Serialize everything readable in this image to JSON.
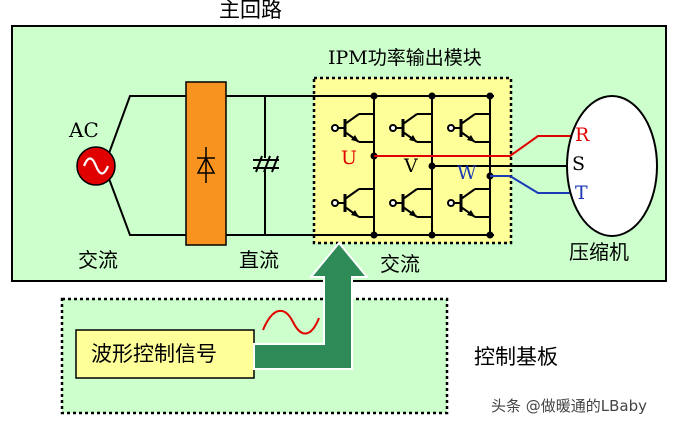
{
  "diagram": {
    "title": "主回路",
    "ipm_title": "IPM功率输出模块",
    "ac_input_label": "AC",
    "ac_section_label": "交流",
    "dc_section_label": "直流",
    "ac_output_label": "交流",
    "compressor_label": "压缩机",
    "phases_inverter": [
      "U",
      "V",
      "W"
    ],
    "phases_motor": [
      "R",
      "S",
      "T"
    ],
    "control_board_label": "控制基板",
    "waveform_control_label": "波形控制信号",
    "watermark": "头条 @做暖通的LBaby"
  },
  "colors": {
    "main_fill": "#ccffcc",
    "ipm_fill": "#ffff99",
    "rectifier_fill": "#f7931e",
    "control_box_fill": "#ffff99",
    "arrow_fill": "#2e8b57",
    "phase_u_r": "#e00000",
    "phase_w_t": "#1a3ab8",
    "ac_source": "#e00000"
  }
}
